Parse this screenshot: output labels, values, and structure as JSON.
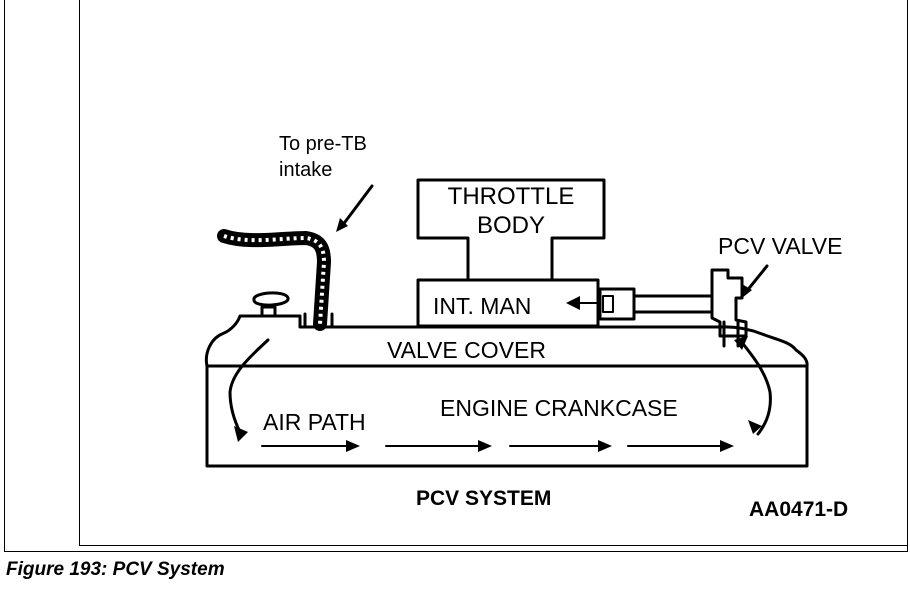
{
  "figure": {
    "caption": "Figure 193: PCV System",
    "code": "AA0471-D",
    "diagram_title": "PCV SYSTEM"
  },
  "labels": {
    "hose_note_line1": "To pre-TB",
    "hose_note_line2": "intake",
    "throttle_line1": "THROTTLE",
    "throttle_line2": "BODY",
    "pcv_valve": "PCV VALVE",
    "intake_manifold": "INT. MAN",
    "valve_cover": "VALVE COVER",
    "air_path": "AIR PATH",
    "crankcase": "ENGINE CRANKCASE"
  }
}
